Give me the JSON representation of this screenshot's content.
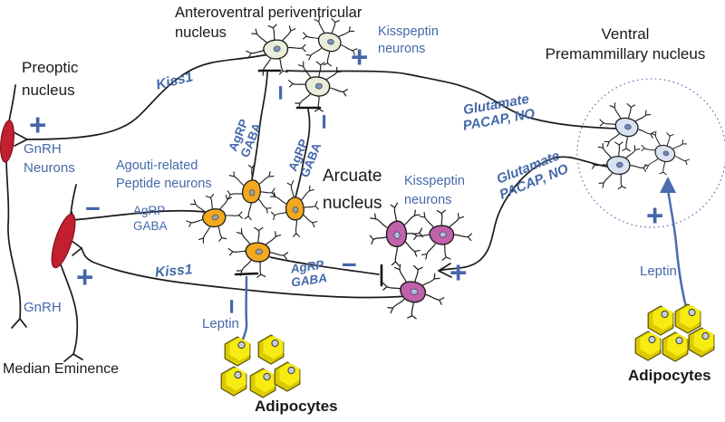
{
  "figure": {
    "type": "neural-pathway-diagram",
    "subject": "Leptin regulation of GnRH neurons via kisspeptin, AgRP and ventral premammillary pathways"
  },
  "colors": {
    "label_blue": "#4569a9",
    "symbol_blue": "#4566aa",
    "text_black": "#1a1a1a",
    "gnrh_soma_red": "#c2202e",
    "agrp_neuron_orange": "#f3a81e",
    "kisspeptin_neuron_magenta": "#c160ab",
    "avpv_neuron_pale_green": "#e9eedb",
    "pmv_neuron_pale_blue": "#d9e2f2",
    "adipocyte_yellow": "#f6ec12",
    "leptin_line_blue": "#4a6cb0",
    "pmv_circle_blue": "#6072b8"
  },
  "signs": {
    "plus": "+",
    "minus": "−"
  },
  "titles": {
    "avpv_line1": "Anteroventral periventricular",
    "avpv_line2": "nucleus",
    "preoptic_line1": "Preoptic",
    "preoptic_line2": "nucleus",
    "pmv_line1": "Ventral",
    "pmv_line2": "Premammillary nucleus",
    "arcuate_line1": "Arcuate",
    "arcuate_line2": "nucleus",
    "median_eminence": "Median Eminence"
  },
  "cell_labels": {
    "kisspeptin_avpv_line1": "Kisspeptin",
    "kisspeptin_avpv_line2": "neurons",
    "kisspeptin_arc_line1": "Kisspeptin",
    "kisspeptin_arc_line2": "neurons",
    "gnrh_line1": "GnRH",
    "gnrh_line2": "Neurons",
    "gnrh_axon": "GnRH",
    "agouti_line1": "Agouti-related",
    "agouti_line2": "Peptide neurons",
    "adipocytes_mid": "Adipocytes",
    "adipocytes_right": "Adipocytes"
  },
  "pathway_labels": {
    "kiss1_top": "Kiss1",
    "kiss1_bottom": "Kiss1",
    "glutamate_line1": "Glutamate",
    "glutamate_line2": "PACAP, NO",
    "agrp_gaba_line1": "AgRP",
    "agrp_gaba_line2": "GABA",
    "leptin_mid": "Leptin",
    "leptin_right": "Leptin"
  }
}
